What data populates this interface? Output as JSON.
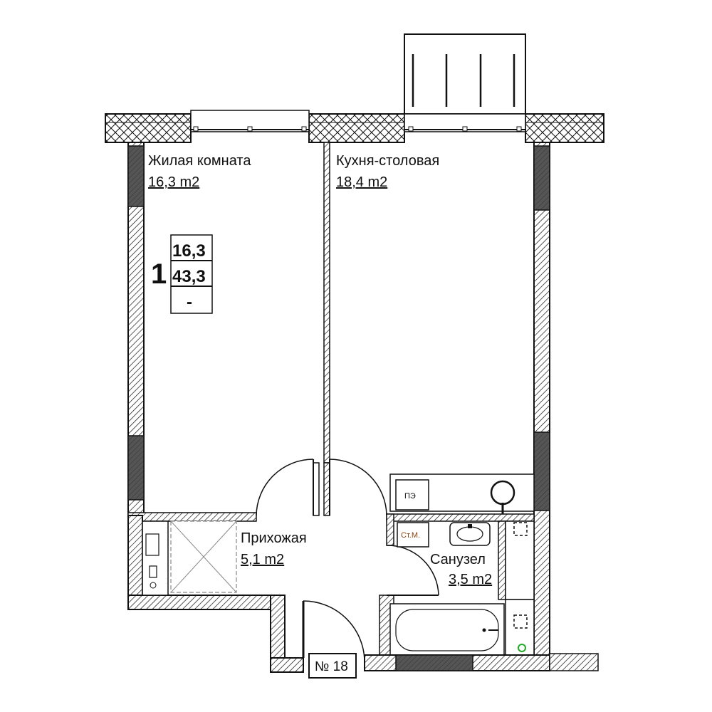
{
  "rooms": {
    "living": {
      "name": "Жилая комната",
      "area": "16,3 m2"
    },
    "kitchen": {
      "name": "Кухня-столовая",
      "area": "18,4 m2"
    },
    "hall": {
      "name": "Прихожая",
      "area": "5,1 m2"
    },
    "bathroom": {
      "name": "Санузел",
      "area": "3,5 m2"
    }
  },
  "summary": {
    "rooms_count": "1",
    "living_area": "16,3",
    "total_area": "43,3",
    "balcony": "-"
  },
  "labels": {
    "apartment_number": "№ 18",
    "panel": "ПЭ",
    "washer": "Ст.М."
  },
  "colors": {
    "wall": "#111111",
    "column": "#555555",
    "washer_text": "#8B4513",
    "vent_dot": "#22aa22"
  }
}
